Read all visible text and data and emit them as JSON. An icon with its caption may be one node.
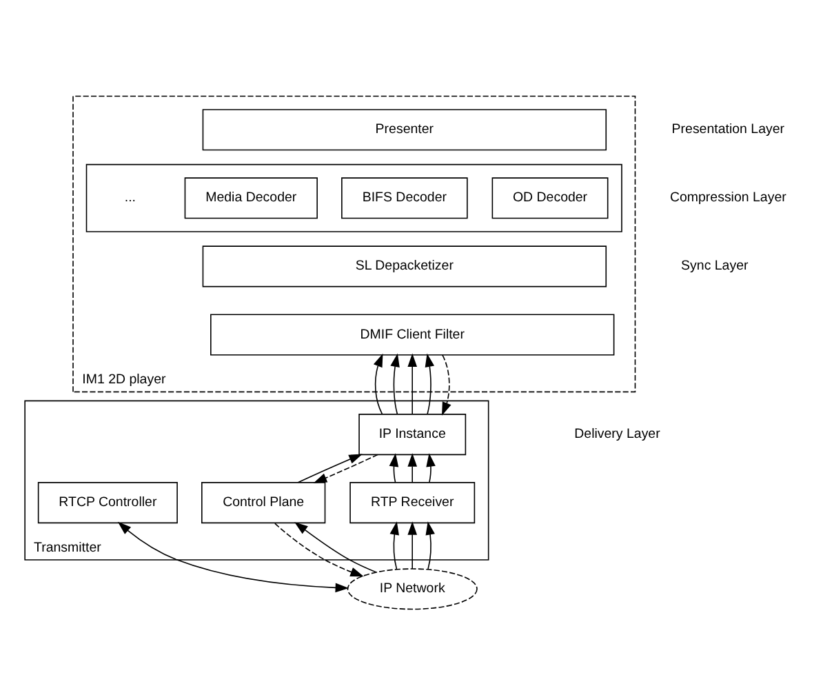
{
  "diagram": {
    "nodes": [
      {
        "text": [
          "IM1 2D player"
        ]
      },
      {
        "text": [
          "Presenter"
        ],
        "in": 0
      },
      {
        "text": [],
        "shape": "box",
        "in": 0
      },
      {
        "text": [
          "OD Decoder"
        ],
        "in": 2
      },
      {
        "text": [
          "BIFS Decoder"
        ],
        "in": 2
      },
      {
        "text": [
          "Media Decoder"
        ],
        "in": 2
      },
      {
        "text": [
          "SL Depacketizer"
        ],
        "in": 0
      },
      {
        "text": [
          "DMIF Client Filter"
        ],
        "in": 0
      },
      {
        "text": [
          "Transmitter"
        ]
      },
      {
        "text": [
          "IP Instance"
        ],
        "in": 8
      },
      {
        "text": [
          "RTP Receiver"
        ],
        "in": 8
      },
      {
        "text": [
          "Control Plane"
        ],
        "in": 8
      },
      {
        "text": [
          "RTCP Controller"
        ],
        "in": 8
      },
      {
        "text": [
          "IP Network"
        ]
      }
    ],
    "edges": [
      {
        "from": 9,
        "to": 7,
        "arrow": "to"
      },
      {
        "from": 9,
        "to": 7,
        "arrow": "to"
      },
      {
        "from": 9,
        "to": 7,
        "arrow": "to"
      },
      {
        "from": 9,
        "to": 7,
        "arrow": "to"
      },
      {
        "from": 7,
        "to": 9,
        "arrow": "to",
        "style": "dashed"
      },
      {
        "from": 10,
        "to": 9,
        "arrow": "to"
      },
      {
        "from": 10,
        "to": 9,
        "arrow": "to"
      },
      {
        "from": 10,
        "to": 9,
        "arrow": "to"
      },
      {
        "from": 11,
        "to": 9,
        "arrow": "to"
      },
      {
        "from": 9,
        "to": 11,
        "arrow": "to",
        "style": "dashed"
      },
      {
        "from": 13,
        "to": 10,
        "arrow": "to"
      },
      {
        "from": 13,
        "to": 10,
        "arrow": "to"
      },
      {
        "from": 13,
        "to": 10,
        "arrow": "to"
      },
      {
        "from": 13,
        "to": 11,
        "arrow": "to"
      },
      {
        "from": 11,
        "to": 13,
        "arrow": "to",
        "style": "dashed"
      },
      {
        "from": 12,
        "to": 13,
        "arrow": "both"
      }
    ],
    "labels": [
      "Presentation Layer",
      "Compression Layer",
      "...",
      "Sync Layer",
      "Delivery Layer"
    ]
  }
}
